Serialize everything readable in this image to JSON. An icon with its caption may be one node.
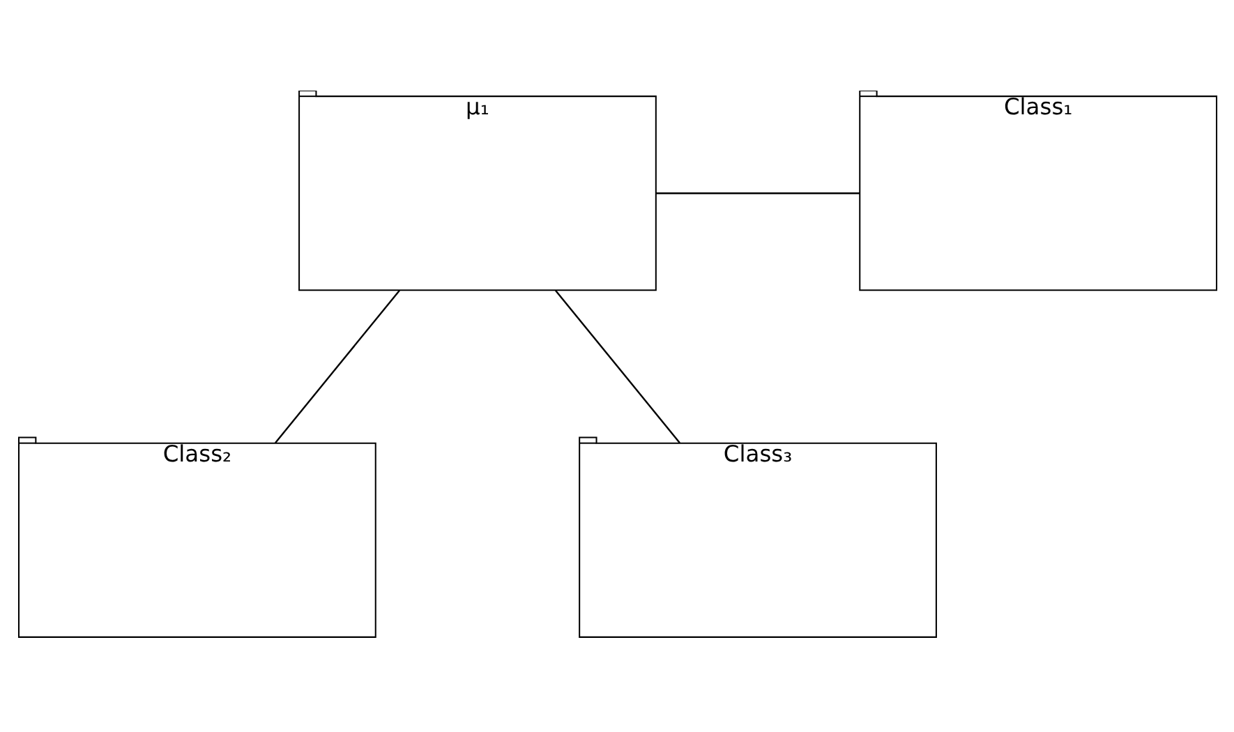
{
  "diagram": {
    "nodes": [
      {
        "text": [
          "μ₁"
        ]
      },
      {
        "text": [
          "Class₁"
        ]
      },
      {
        "text": [
          "Class₂"
        ]
      },
      {
        "text": [
          "Class₃"
        ]
      }
    ],
    "edges": [
      {
        "from": 0,
        "to": 1,
        "arrow": "none"
      },
      {
        "from": 0,
        "to": 2,
        "arrow": "none"
      },
      {
        "from": 0,
        "to": 3,
        "arrow": "none"
      }
    ]
  }
}
